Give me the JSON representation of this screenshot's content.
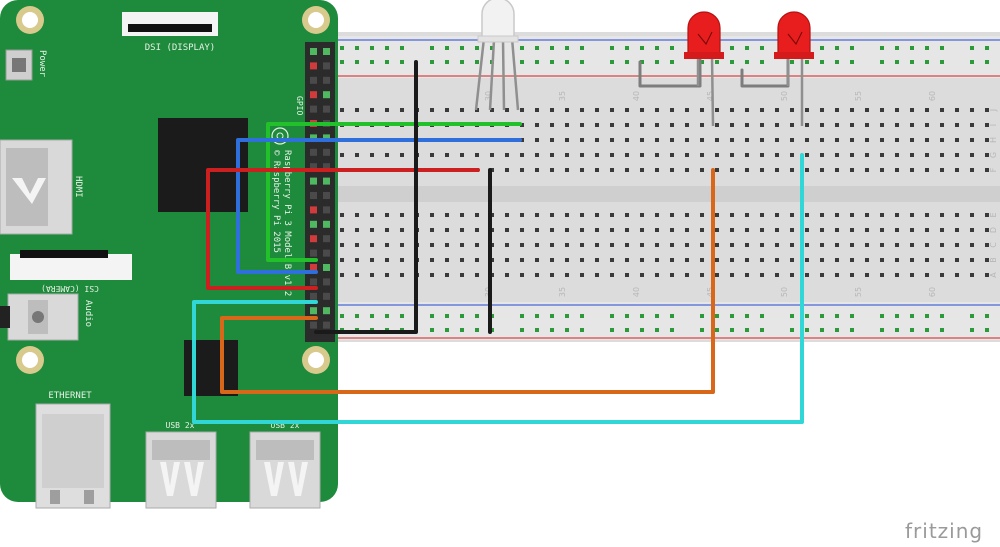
{
  "watermark": "fritzing",
  "pi": {
    "power_label": "Power",
    "dsi_label": "DSI (DISPLAY)",
    "hdmi_label": "HDMI",
    "csi_label": "CSI (CAMERA)",
    "audio_label": "Audio",
    "ethernet_label": "ETHERNET",
    "usb_left_label": "USB 2x",
    "usb_right_label": "USB 2x",
    "gpio_label": "GPIO",
    "model_text_1": "Raspberry Pi 3 Model B v1.2",
    "model_text_2": "© Raspberry Pi 2015"
  },
  "breadboard": {
    "column_labels_top": [
      "30",
      "35",
      "40",
      "45",
      "50",
      "55",
      "60"
    ],
    "column_labels_bottom": [
      "30",
      "35",
      "40",
      "45",
      "50",
      "55",
      "60"
    ],
    "row_letters_top": [
      "J",
      "I",
      "H",
      "G",
      "F"
    ],
    "row_letters_bottom": [
      "E",
      "D",
      "C",
      "B",
      "A"
    ]
  },
  "components": {
    "rgb_led": "clear",
    "led_1": "red",
    "led_2": "red"
  },
  "wire_colors": {
    "green": "#22c02b",
    "blue": "#2f6fdc",
    "red": "#cc1f1f",
    "black": "#1a1a1a",
    "orange": "#d8671a",
    "cyan": "#31d6d6",
    "gray": "#7d7d7d"
  }
}
